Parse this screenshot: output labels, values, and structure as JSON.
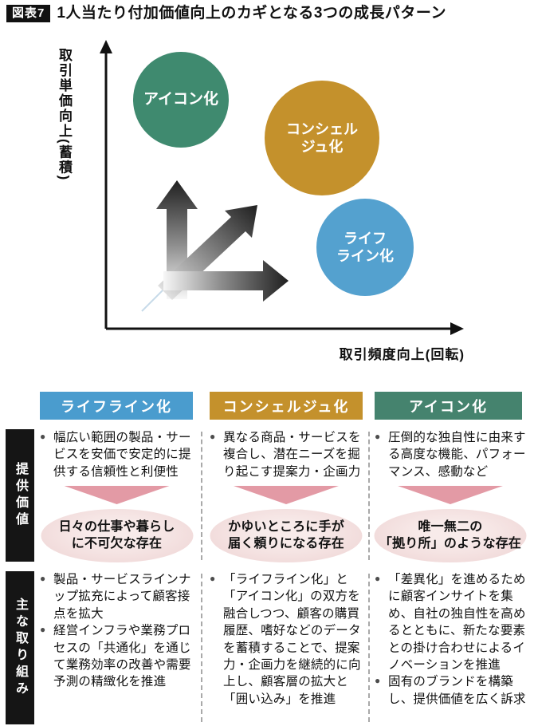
{
  "header": {
    "tag": "図表7",
    "title": "1人当たり付加価値向上のカギとなる3つの成長パターン"
  },
  "chart": {
    "y_axis_label": "取引単価向上(蓄積)",
    "x_axis_label": "取引頻度向上(回転)",
    "bubbles": [
      {
        "id": "icon",
        "label": "アイコン化",
        "color": "#3f8a6f"
      },
      {
        "id": "concierge",
        "label": "コンシェル\nジュ化",
        "color": "#c4912c"
      },
      {
        "id": "lifeline",
        "label": "ライフ\nライン化",
        "color": "#54a1cf"
      }
    ],
    "arrow_cluster": "three-gradient-arrows-up-diagonal-right"
  },
  "table": {
    "row_labels": [
      "提供価値",
      "主な取り組み"
    ],
    "columns": [
      {
        "header": "ライフライン化",
        "color": "#4a9cce",
        "value_bullets": [
          "幅広い範囲の製品・サービスを安価で安定的に提供する信頼性と利便性"
        ],
        "value_summary": "日々の仕事や暮らし\nに不可欠な存在",
        "action_bullets": [
          "製品・サービスラインナップ拡充によって顧客接点を拡大",
          "経営インフラや業務プロセスの「共通化」を通じて業務効率の改善や需要予測の精緻化を推進"
        ]
      },
      {
        "header": "コンシェルジュ化",
        "color": "#c4912c",
        "value_bullets": [
          "異なる商品・サービスを複合し、潜在ニーズを掘り起こす提案力・企画力"
        ],
        "value_summary": "かゆいところに手が\n届く頼りになる存在",
        "action_bullets": [
          "「ライフライン化」と「アイコン化」の双方を融合しつつ、顧客の購買履歴、嗜好などのデータを蓄積することで、提案力・企画力を継続的に向上し、顧客層の拡大と「囲い込み」を推進"
        ]
      },
      {
        "header": "アイコン化",
        "color": "#45836e",
        "value_bullets": [
          "圧倒的な独自性に由来する高度な機能、パフォーマンス、感動など"
        ],
        "value_summary": "唯一無二の\n「拠り所」のような存在",
        "action_bullets": [
          "「差異化」を進めるために顧客インサイトを集め、自社の独自性を高めるとともに、新たな要素との掛け合わせによるイノベーションを推進",
          "固有のブランドを構築し、提供価値を広く訴求"
        ]
      }
    ]
  },
  "accents": {
    "summary_triangle": "#e39aa5",
    "summary_ellipse": "#eed3d3",
    "row_label_bar": "#151515",
    "bullet": "#4d4d4d"
  }
}
